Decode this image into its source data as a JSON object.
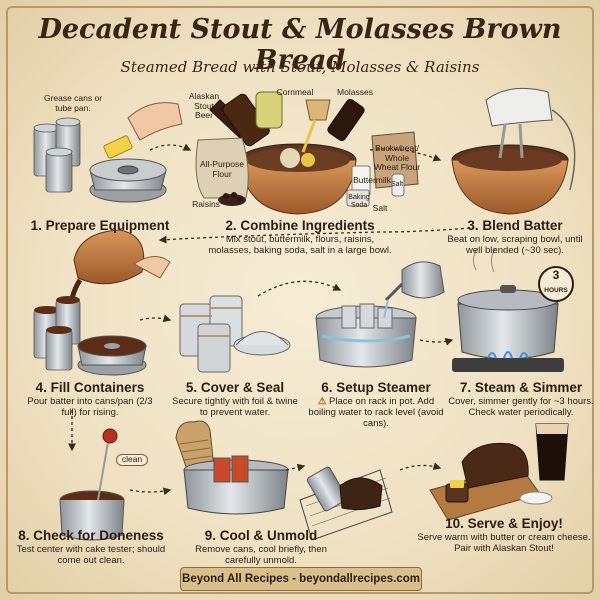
{
  "title": "Decadent Stout & Molasses Brown Bread",
  "subtitle": "Steamed Bread with Stout, Molasses & Raisins",
  "ingredient_labels": {
    "grease": "Grease cans or tube pan.",
    "stout": "Alaskan Stout Beer",
    "cornmeal": "Cornmeal",
    "molasses": "Molasses",
    "flour": "All-Purpose Flour",
    "wheat": "Buckwheat/ Whole Wheat Flour",
    "buttermilk": "Buttermilk",
    "baking_soda": "Baking Soda",
    "salt_jar": "Salt",
    "salt": "Salt",
    "raisins": "Raisins",
    "timer": "3",
    "timer_unit": "HOURS",
    "clean": "clean"
  },
  "steps": [
    {
      "title": "1. Prepare Equipment",
      "desc": ""
    },
    {
      "title": "2. Combine Ingredients",
      "desc": "Mix stout, buttermilk, flours, raisins, molasses, baking soda, salt in a large bowl."
    },
    {
      "title": "3. Blend Batter",
      "desc": "Beat on low, scraping bowl, until well blended (~30 sec)."
    },
    {
      "title": "4. Fill Containers",
      "desc": "Pour batter into cans/pan (2/3 full) for rising."
    },
    {
      "title": "5. Cover & Seal",
      "desc": "Secure tightly with foil & twine to prevent water."
    },
    {
      "title": "6. Setup Steamer",
      "desc": "Place on rack in pot. Add boiling water to rack level (avoid cans)."
    },
    {
      "title": "7. Steam & Simmer",
      "desc": "Cover, simmer gently for ~3 hours. Check water periodically."
    },
    {
      "title": "8. Check for Doneness",
      "desc": "Test center with cake tester; should come out clean."
    },
    {
      "title": "9. Cool & Unmold",
      "desc": "Remove cans, cool briefly, then carefully unmold."
    },
    {
      "title": "10. Serve & Enjoy!",
      "desc": "Serve warm with butter or cream cheese. Pair with Alaskan Stout!"
    }
  ],
  "warning_symbol": "⚠",
  "footer": "Beyond All Recipes - beyondallrecipes.com"
}
